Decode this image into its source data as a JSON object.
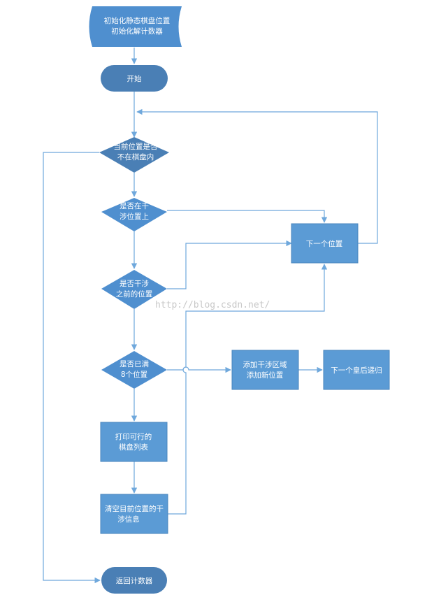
{
  "nodes": {
    "init": [
      "初始化静态棋盘位置",
      "初始化解计数器"
    ],
    "start": [
      "开始"
    ],
    "in_board": [
      "当前位置是否",
      "不在棋盘内"
    ],
    "interfering": [
      "是否在干",
      "涉位置上"
    ],
    "prev_interfering": [
      "是否干涉",
      "之前的位置"
    ],
    "full8": [
      "是否已满",
      "8个位置"
    ],
    "print_board": [
      "打印可行的",
      "棋盘列表"
    ],
    "clear_info": [
      "清空目前位置的干",
      "涉信息"
    ],
    "return_counter": [
      "返回计数器"
    ],
    "next_position": [
      "下一个位置"
    ],
    "add_interference": [
      "添加干涉区域",
      "添加新位置"
    ],
    "next_queen": [
      "下一个皇后递归"
    ]
  },
  "watermark": "http://blog.csdn.net/",
  "colors": {
    "shape_fill": "#4f8fcf",
    "rect_fill": "#5b9bd5",
    "edge": "#6fa8dc",
    "text": "#ffffff"
  }
}
